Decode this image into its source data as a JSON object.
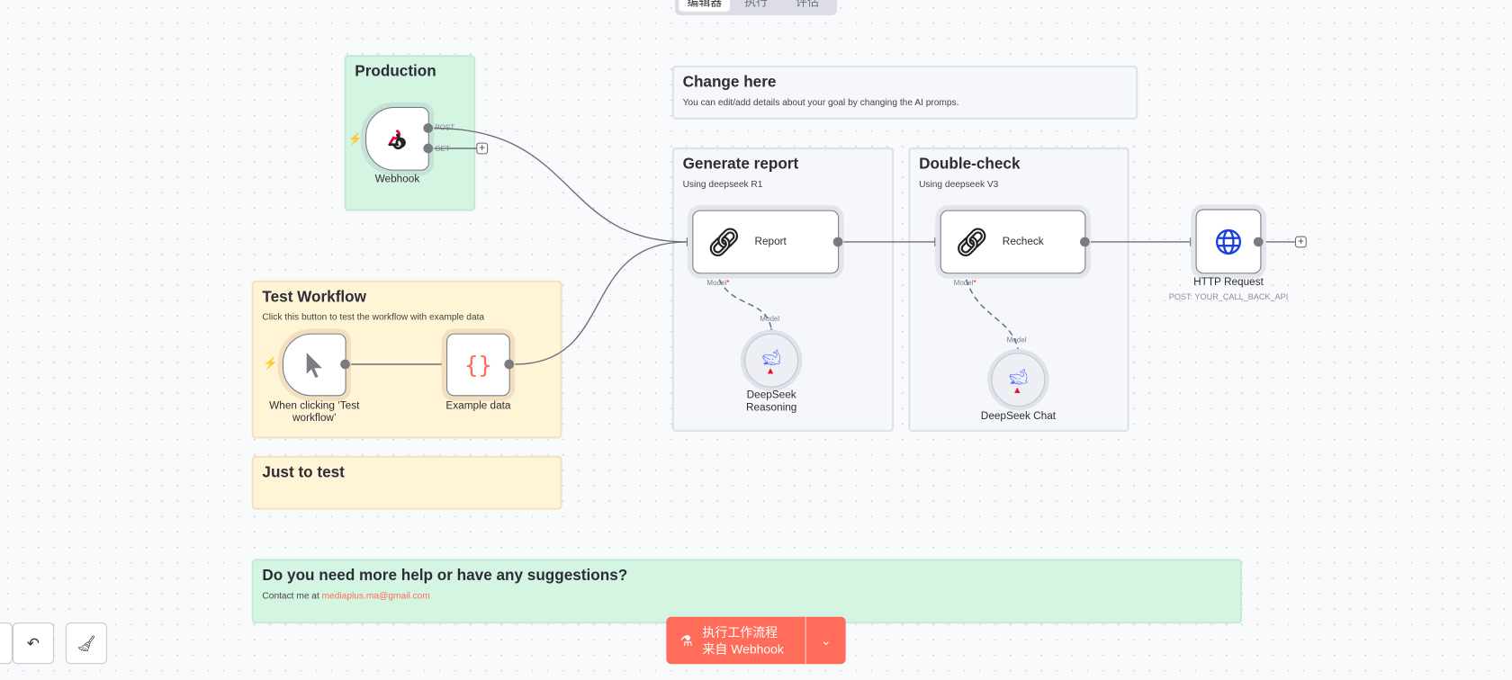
{
  "tabs": [
    {
      "label": "编辑器",
      "active": true
    },
    {
      "label": "执行",
      "active": false
    },
    {
      "label": "评估",
      "active": false
    }
  ],
  "stickies": {
    "production": {
      "title": "Production"
    },
    "change_here": {
      "title": "Change here",
      "text": "You can edit/add details about your goal by changing the AI promps."
    },
    "generate_report": {
      "title": "Generate report",
      "text": "Using deepseek R1"
    },
    "double_check": {
      "title": "Double-check",
      "text": "Using deepseek V3"
    },
    "test_workflow": {
      "title": "Test Workflow",
      "text": "Click this button to test the workflow with example data"
    },
    "just_to_test": {
      "title": "Just to test"
    },
    "help": {
      "title": "Do you need more help or have any suggestions?",
      "text": "Contact me at ",
      "email": "mediaplus.ma@gmail.com"
    }
  },
  "nodes": {
    "webhook": {
      "label": "Webhook",
      "outputs": [
        "POST",
        "GET"
      ],
      "icon": "webhook-icon"
    },
    "manual_trigger": {
      "label": "When clicking ‘Test workflow’",
      "icon": "cursor-icon"
    },
    "example_data": {
      "label": "Example data",
      "icon": "braces-icon"
    },
    "report": {
      "label": "Report",
      "input_label": "Model",
      "icon": "chain-link-icon"
    },
    "recheck": {
      "label": "Recheck",
      "input_label": "Model",
      "icon": "chain-link-icon"
    },
    "deepseek_reasoning": {
      "label": "DeepSeek Reasoning",
      "port_label": "Model",
      "icon": "deepseek-whale-icon",
      "warning": true
    },
    "deepseek_chat": {
      "label": "DeepSeek Chat",
      "port_label": "Model",
      "icon": "deepseek-whale-icon",
      "warning": true
    },
    "http_request": {
      "label": "HTTP Request",
      "subtitle": "POST: YOUR_CALL_BACK_API",
      "icon": "globe-icon"
    }
  },
  "toolbar": {
    "run_label_line1": "执行工作流程",
    "run_label_line2": "来自 Webhook"
  },
  "colors": {
    "accent": "#ff6d5a",
    "sticky_green": "#d5f5e3",
    "sticky_yellow": "#fff4d5",
    "link_blue": "#1a3fe0"
  }
}
